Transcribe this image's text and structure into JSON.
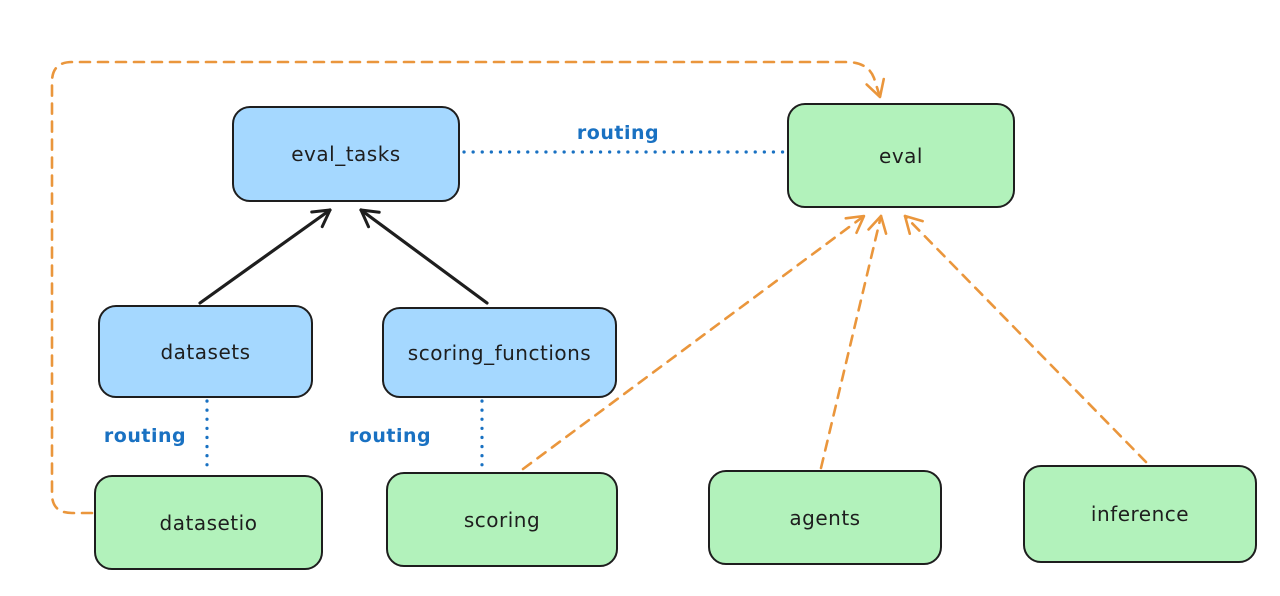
{
  "diagram": {
    "nodes": [
      {
        "id": "eval_tasks",
        "label": "eval_tasks",
        "fill": "blue"
      },
      {
        "id": "eval",
        "label": "eval",
        "fill": "green"
      },
      {
        "id": "datasets",
        "label": "datasets",
        "fill": "blue"
      },
      {
        "id": "scoring_functions",
        "label": "scoring_functions",
        "fill": "blue"
      },
      {
        "id": "datasetio",
        "label": "datasetio",
        "fill": "green"
      },
      {
        "id": "scoring",
        "label": "scoring",
        "fill": "green"
      },
      {
        "id": "agents",
        "label": "agents",
        "fill": "green"
      },
      {
        "id": "inference",
        "label": "inference",
        "fill": "green"
      }
    ],
    "edges": [
      {
        "from": "datasets",
        "to": "eval_tasks",
        "style": "solid",
        "color": "black",
        "arrow": true
      },
      {
        "from": "scoring_functions",
        "to": "eval_tasks",
        "style": "solid",
        "color": "black",
        "arrow": true
      },
      {
        "from": "eval_tasks",
        "to": "eval",
        "style": "dotted",
        "color": "blue",
        "arrow": false,
        "label": "routing"
      },
      {
        "from": "datasets",
        "to": "datasetio",
        "style": "dotted",
        "color": "blue",
        "arrow": false,
        "label": "routing"
      },
      {
        "from": "scoring_functions",
        "to": "scoring",
        "style": "dotted",
        "color": "blue",
        "arrow": false,
        "label": "routing"
      },
      {
        "from": "datasetio",
        "to": "eval",
        "style": "dashed",
        "color": "orange",
        "arrow": true
      },
      {
        "from": "scoring",
        "to": "eval",
        "style": "dashed",
        "color": "orange",
        "arrow": true
      },
      {
        "from": "agents",
        "to": "eval",
        "style": "dashed",
        "color": "orange",
        "arrow": true
      },
      {
        "from": "inference",
        "to": "eval",
        "style": "dashed",
        "color": "orange",
        "arrow": true
      }
    ],
    "colors": {
      "background": "#ffffff",
      "node_stroke": "#1e1e1e",
      "blue_fill": "#a5d8ff",
      "green_fill": "#b2f2bb",
      "orange_line": "#ea963c",
      "blue_line": "#1971c2"
    }
  }
}
